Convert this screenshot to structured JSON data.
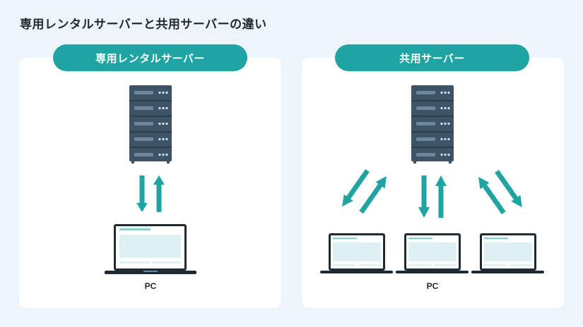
{
  "title": "専用レンタルサーバーと共用サーバーの違い",
  "left_panel": {
    "heading": "専用レンタルサーバー",
    "client_label": "PC"
  },
  "right_panel": {
    "heading": "共用サーバー",
    "client_label": "PC"
  },
  "colors": {
    "accent": "#1fa3a3",
    "server_body": "#3d5466",
    "server_slot": "#6e8699",
    "background": "#eef5fa",
    "screen_fill": "#dff0f3"
  },
  "icons": [
    "server-icon",
    "laptop-icon",
    "arrow-up-icon",
    "arrow-down-icon"
  ]
}
